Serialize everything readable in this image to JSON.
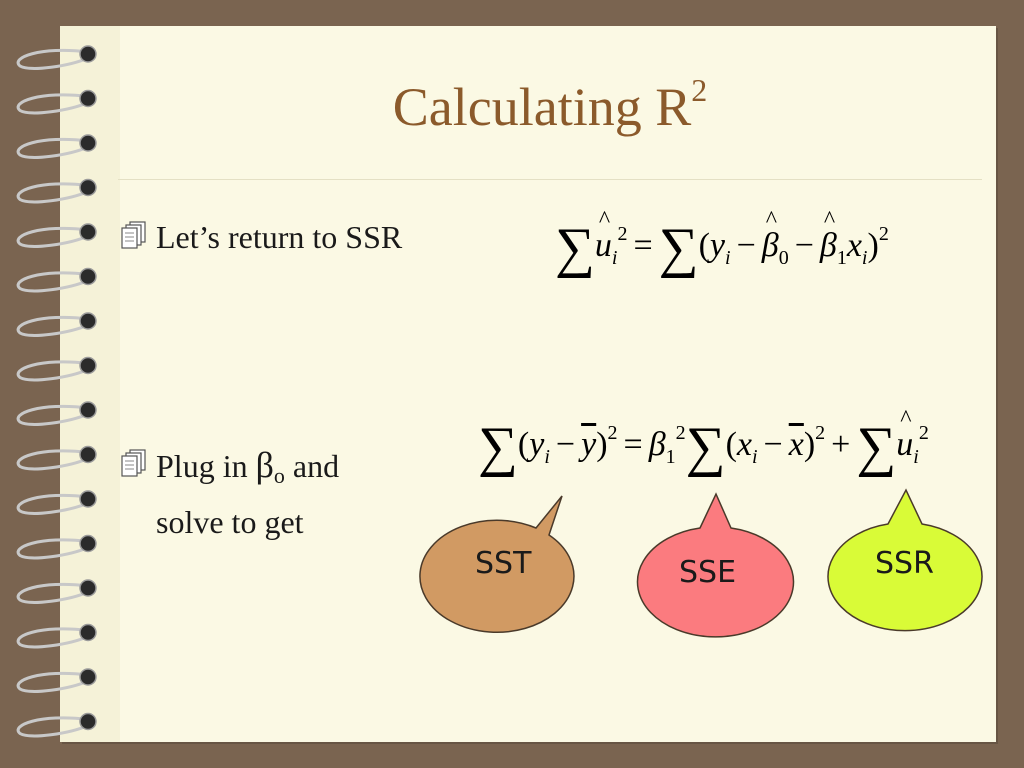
{
  "slide": {
    "title_main": "Calculating R",
    "title_sup": "2"
  },
  "bullets": [
    {
      "text": "Let’s return to SSR"
    },
    {
      "text_before": "Plug in ",
      "beta": "β",
      "beta_sub": "o",
      "text_after": " and solve to get"
    }
  ],
  "callouts": [
    {
      "label": "SST",
      "fill": "#d19a63"
    },
    {
      "label": "SSE",
      "fill": "#fb7b7f"
    },
    {
      "label": "SSR",
      "fill": "#d9fb37"
    }
  ],
  "colors": {
    "background": "#7a6450",
    "page": "#fbf9e4",
    "title": "#8b5a2b"
  },
  "icons": {
    "bullet": "notepad-icon",
    "binding": "spiral-binding"
  }
}
